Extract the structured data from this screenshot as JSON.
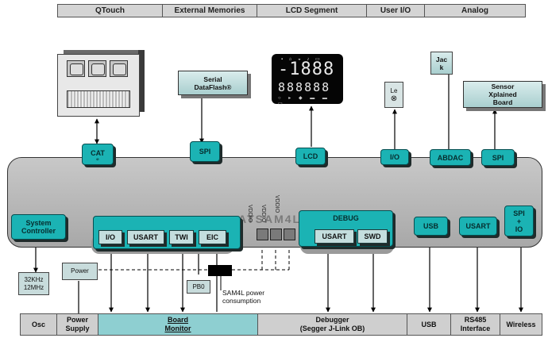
{
  "header": {
    "tabs": [
      "QTouch",
      "External Memories",
      "LCD Segment",
      "User I/O",
      "Analog"
    ]
  },
  "peripherals": {
    "serial_dataflash": "Serial DataFlash®",
    "led": "Le",
    "led_symbol": "⊗",
    "jack": [
      "Jac",
      "k"
    ],
    "sensor_board": [
      "Sensor",
      "Xplained",
      "Board"
    ]
  },
  "mcu": {
    "name": "ATSAM4L",
    "vddio_labels": [
      "VDDIO",
      "VDDIO",
      "VDDIO"
    ],
    "interfaces": {
      "cat": [
        "CAT",
        "S"
      ],
      "spi_flash": "SPI",
      "lcd": "LCD",
      "io_top": "I/O",
      "abdac": "ABDAC",
      "spi_sensor": "SPI",
      "system_controller": [
        "System",
        "Controller"
      ],
      "io": "I/O",
      "usart": "USART",
      "twi": "TWI",
      "eic": "EIC",
      "debug": "DEBUG",
      "debug_usart": "USART",
      "debug_swd": "SWD",
      "usb": "USB",
      "usart_rs485": "USART",
      "spi_io": [
        "SPI",
        "+",
        "IO"
      ]
    }
  },
  "lcd_display": {
    "digits": "-1888",
    "segments_row": "888888"
  },
  "annotations": {
    "osc_freq": [
      "32KHz",
      "12MHz"
    ],
    "power": "Power",
    "pb0": "PB0",
    "power_consumption": [
      "SAM4L power",
      "consumption"
    ]
  },
  "footer": {
    "cells": [
      {
        "line1": "Osc",
        "line2": ""
      },
      {
        "line1": "Power",
        "line2": "Supply"
      },
      {
        "line1": "Board",
        "line2": "Monitor"
      },
      {
        "line1": "Debugger",
        "line2": "(Segger J-Link OB)"
      },
      {
        "line1": "USB",
        "line2": ""
      },
      {
        "line1": "RS485",
        "line2": "Interface"
      },
      {
        "line1": "Wireless",
        "line2": ""
      }
    ]
  },
  "colors": {
    "accent_teal": "#1bb3b4",
    "mcu_body": "#b4b4b4",
    "board_monitor": "#8ecfd1"
  }
}
